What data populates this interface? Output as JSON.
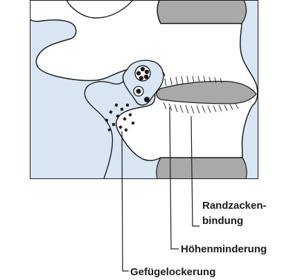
{
  "labels": {
    "randzacken_line1": "Randzacken-",
    "randzacken_line2": "bindung",
    "hoehenminderung": "Höhenminderung",
    "gefuegelockerung": "Gefügelockerung"
  },
  "colors": {
    "background": "#d8e6f4",
    "bone": "#ffffff",
    "disc_grey": "#a9a9a9",
    "outline": "#1a1a1a"
  }
}
